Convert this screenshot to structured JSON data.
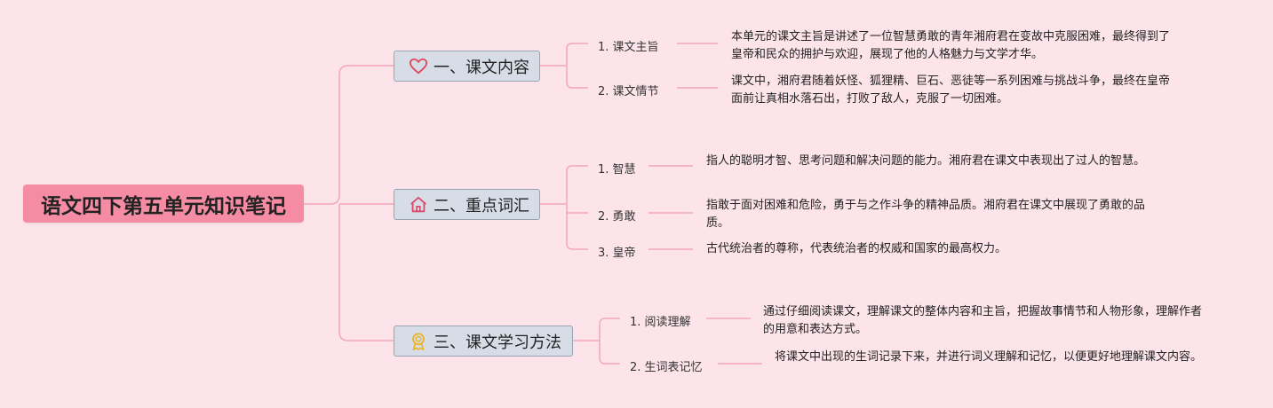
{
  "root": {
    "title": "语文四下第五单元知识笔记"
  },
  "branches": [
    {
      "label": "一、课文内容",
      "icon": "heart-icon",
      "children": [
        {
          "label": "1. 课文主旨",
          "desc": "本单元的课文主旨是讲述了一位智慧勇敢的青年湘府君在变故中克服困难，最终得到了皇帝和民众的拥护与欢迎，展现了他的人格魅力与文学才华。"
        },
        {
          "label": "2. 课文情节",
          "desc": "课文中，湘府君随着妖怪、狐狸精、巨石、恶徒等一系列困难与挑战斗争，最终在皇帝面前让真相水落石出，打败了敌人，克服了一切困难。"
        }
      ]
    },
    {
      "label": "二、重点词汇",
      "icon": "home-icon",
      "children": [
        {
          "label": "1. 智慧",
          "desc": "指人的聪明才智、思考问题和解决问题的能力。湘府君在课文中表现出了过人的智慧。"
        },
        {
          "label": "2. 勇敢",
          "desc": "指敢于面对困难和危险，勇于与之作斗争的精神品质。湘府君在课文中展现了勇敢的品质。"
        },
        {
          "label": "3. 皇帝",
          "desc": "古代统治者的尊称，代表统治者的权威和国家的最高权力。"
        }
      ]
    },
    {
      "label": "三、课文学习方法",
      "icon": "medal-icon",
      "children": [
        {
          "label": "1. 阅读理解",
          "desc": "通过仔细阅读课文，理解课文的整体内容和主旨，把握故事情节和人物形象，理解作者的用意和表达方式。"
        },
        {
          "label": "2. 生词表记忆",
          "desc": "将课文中出现的生词记录下来，并进行词义理解和记忆，以便更好地理解课文内容。"
        }
      ]
    }
  ],
  "colors": {
    "background": "#fde4ea",
    "root_fill": "#f58ca4",
    "branch_fill": "#d7dde7",
    "branch_border": "#98a4b4",
    "connector": "#f3a6bb",
    "heart_icon": "#e0475f",
    "home_icon": "#d94a6a",
    "medal_icon": "#e9b429"
  }
}
